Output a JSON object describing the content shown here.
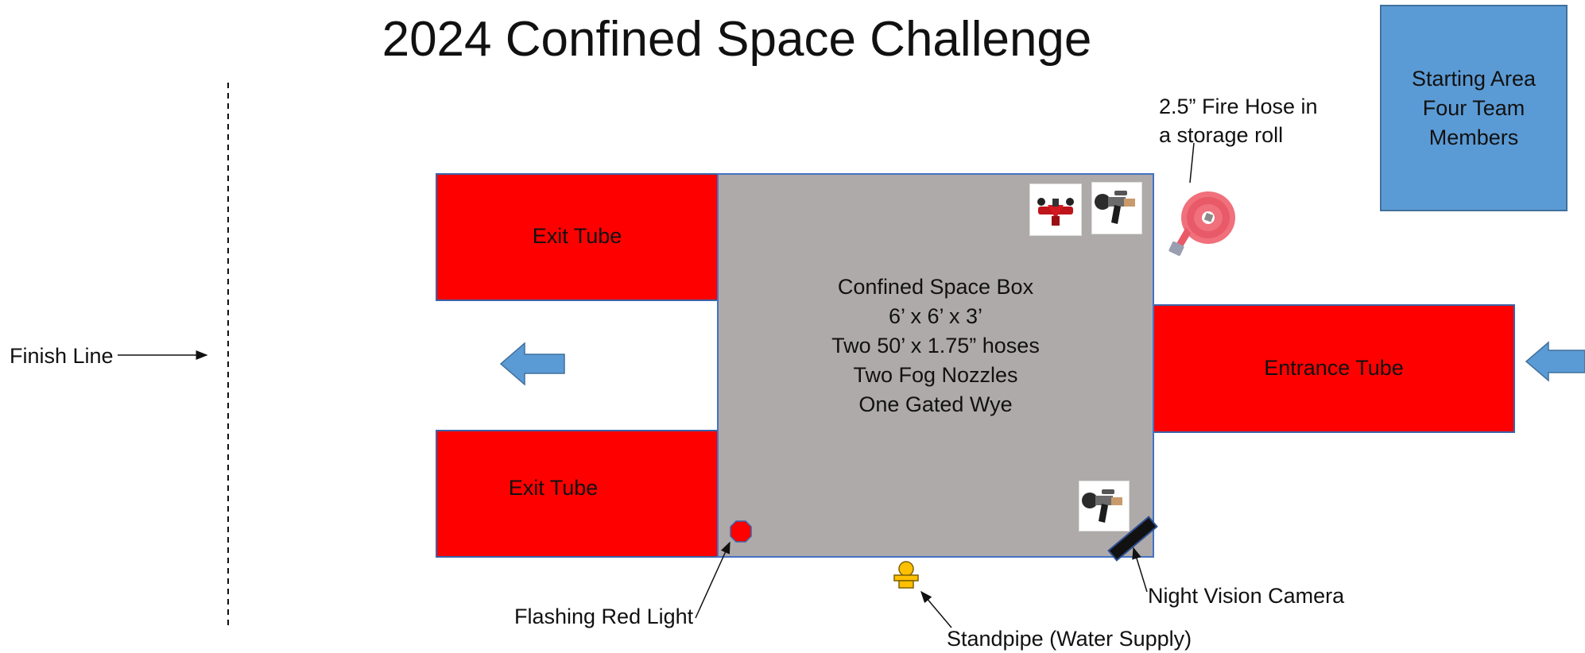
{
  "title": "2024 Confined Space Challenge",
  "starting_area": {
    "lines": [
      "Starting Area",
      "Four Team",
      "Members"
    ]
  },
  "fire_hose_label": {
    "lines": [
      "2.5” Fire Hose in",
      "a storage roll"
    ]
  },
  "finish_line_label": "Finish Line",
  "exit_tube_top": "Exit Tube",
  "exit_tube_bottom": "Exit Tube",
  "entrance_tube": "Entrance Tube",
  "confined_box": {
    "lines": [
      "Confined Space Box",
      "6’ x 6’ x 3’",
      "Two 50’ x 1.75” hoses",
      "Two Fog Nozzles",
      "One Gated Wye"
    ]
  },
  "flashing_light_label": "Flashing Red Light",
  "standpipe_label": "Standpipe (Water Supply)",
  "night_vision_label": "Night Vision Camera",
  "icons": {
    "gated_wye": "gated-wye-icon",
    "fog_nozzle": "fog-nozzle-icon",
    "fire_hose_roll": "fire-hose-roll-icon",
    "standpipe": "standpipe-icon",
    "flashing_light": "flashing-red-light-icon",
    "night_vision_camera": "night-vision-camera-icon",
    "direction_arrow": "arrow-left-icon"
  },
  "colors": {
    "tube_red": "#ff0000",
    "box_gray": "#aeaaaa",
    "outline_blue": "#4472c4",
    "starting_blue": "#5b9bd5",
    "arrow_blue": "#5b9bd5",
    "standpipe_yellow": "#ffc000"
  }
}
